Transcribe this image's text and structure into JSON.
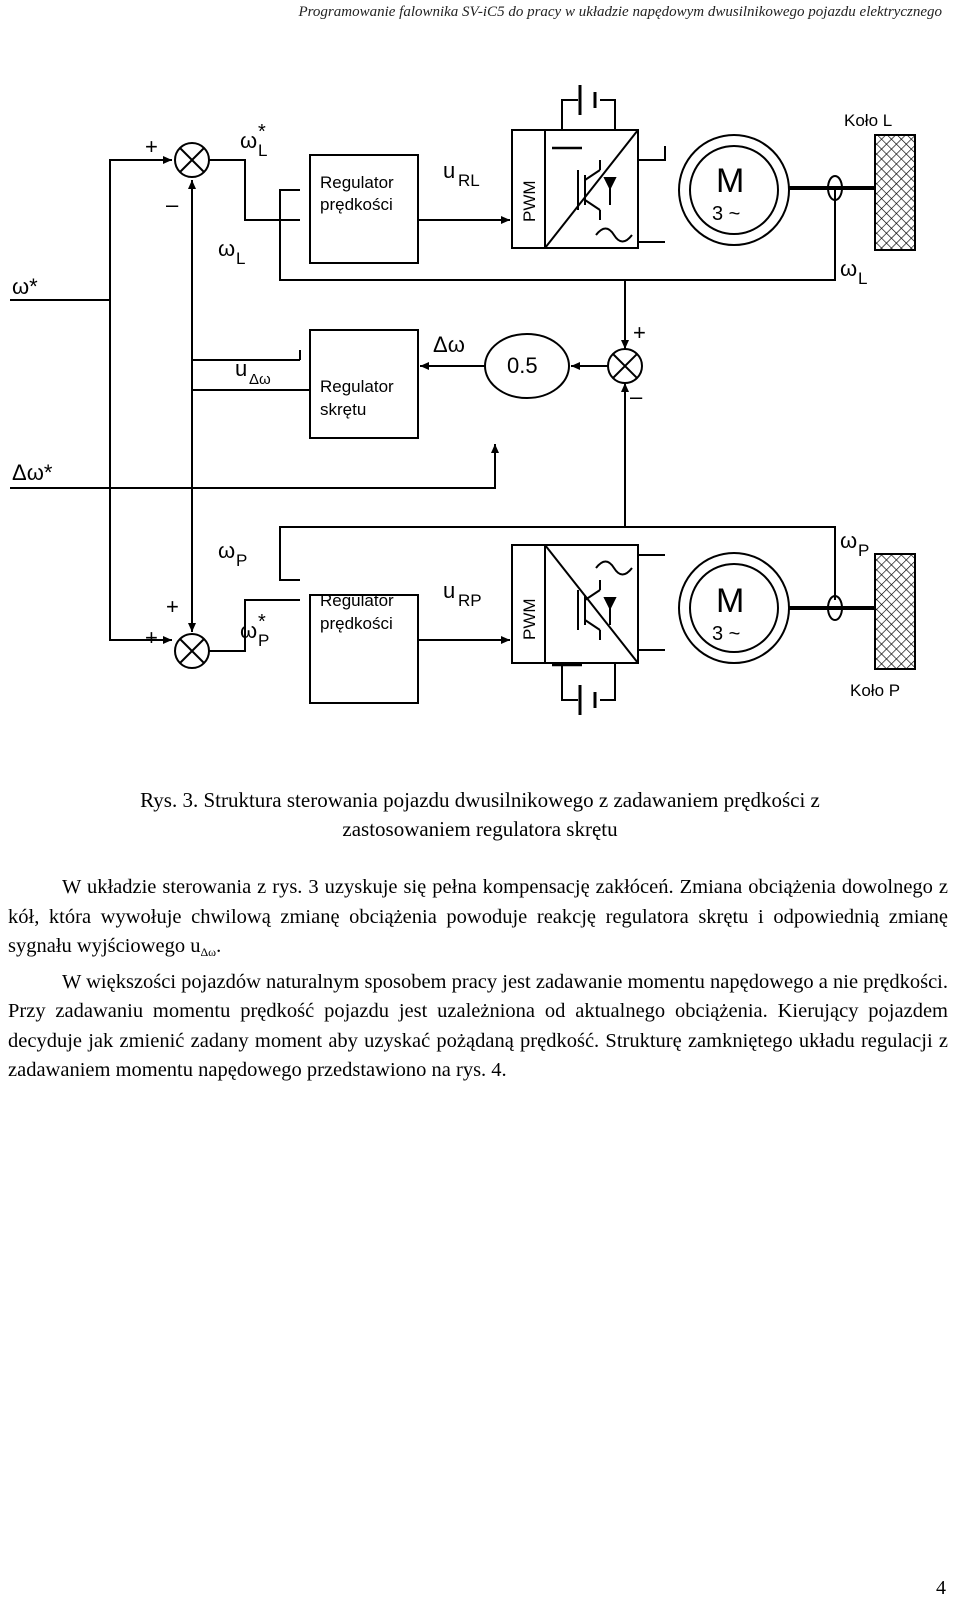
{
  "header": {
    "running_title": "Programowanie falownika SV-iC5 do pracy w układzie napędowym dwusilnikowego pojazdu elektrycznego"
  },
  "diagram": {
    "input_omega": "ω*",
    "input_delta_omega": "Δω*",
    "upper": {
      "plus": "+",
      "minus": "–",
      "ref_symbol": "ω",
      "ref_sub": "L",
      "ref_star": "*",
      "fb_symbol": "ω",
      "fb_sub": "L",
      "regulator_line1": "Regulator",
      "regulator_line2": "prędkości",
      "output_symbol": "u",
      "output_sub": "RL",
      "pwm": "PWM",
      "motor_letter": "M",
      "motor_phases": "3 ~",
      "wheel_label": "Koło L",
      "wheel_speed_symbol": "ω",
      "wheel_speed_sub": "L"
    },
    "middle": {
      "gain": "0.5",
      "error_label": "Δω",
      "plus": "+",
      "minus": "–",
      "regulator_line1": "Regulator",
      "regulator_line2": "skrętu",
      "output_symbol": "u",
      "output_sub": "Δω"
    },
    "lower": {
      "plus_top": "+",
      "plus_left": "+",
      "ref_symbol": "ω",
      "ref_sub": "P",
      "ref_star": "*",
      "fb_symbol": "ω",
      "fb_sub": "P",
      "regulator_line1": "Regulator",
      "regulator_line2": "prędkości",
      "output_symbol": "u",
      "output_sub": "RP",
      "pwm": "PWM",
      "motor_letter": "M",
      "motor_phases": "3 ~",
      "wheel_label": "Koło P",
      "wheel_speed_symbol": "ω",
      "wheel_speed_sub": "P"
    }
  },
  "caption": {
    "line1": "Rys. 3. Struktura sterowania pojazdu dwusilnikowego z zadawaniem prędkości z",
    "line2": "zastosowaniem regulatora skrętu"
  },
  "paragraphs": {
    "p1": "W układzie sterowania z rys. 3 uzyskuje się pełna kompensację zakłóceń. Zmiana obciążenia dowolnego z kół, która wywołuje chwilową zmianę obciążenia powoduje reakcję regulatora skrętu i odpowiednią zmianę sygnału wyjściowego u",
    "p1_sub": "Δω",
    "p1_end": ".",
    "p2": "W większości pojazdów naturalnym sposobem pracy jest zadawanie momentu napędowego a nie prędkości. Przy zadawaniu momentu prędkość pojazdu jest uzależniona od aktualnego obciążenia. Kierujący pojazdem decyduje jak zmienić zadany moment aby uzyskać pożądaną prędkość. Strukturę zamkniętego układu regulacji z zadawaniem momentu napędowego przedstawiono na rys. 4."
  },
  "page_number": "4"
}
